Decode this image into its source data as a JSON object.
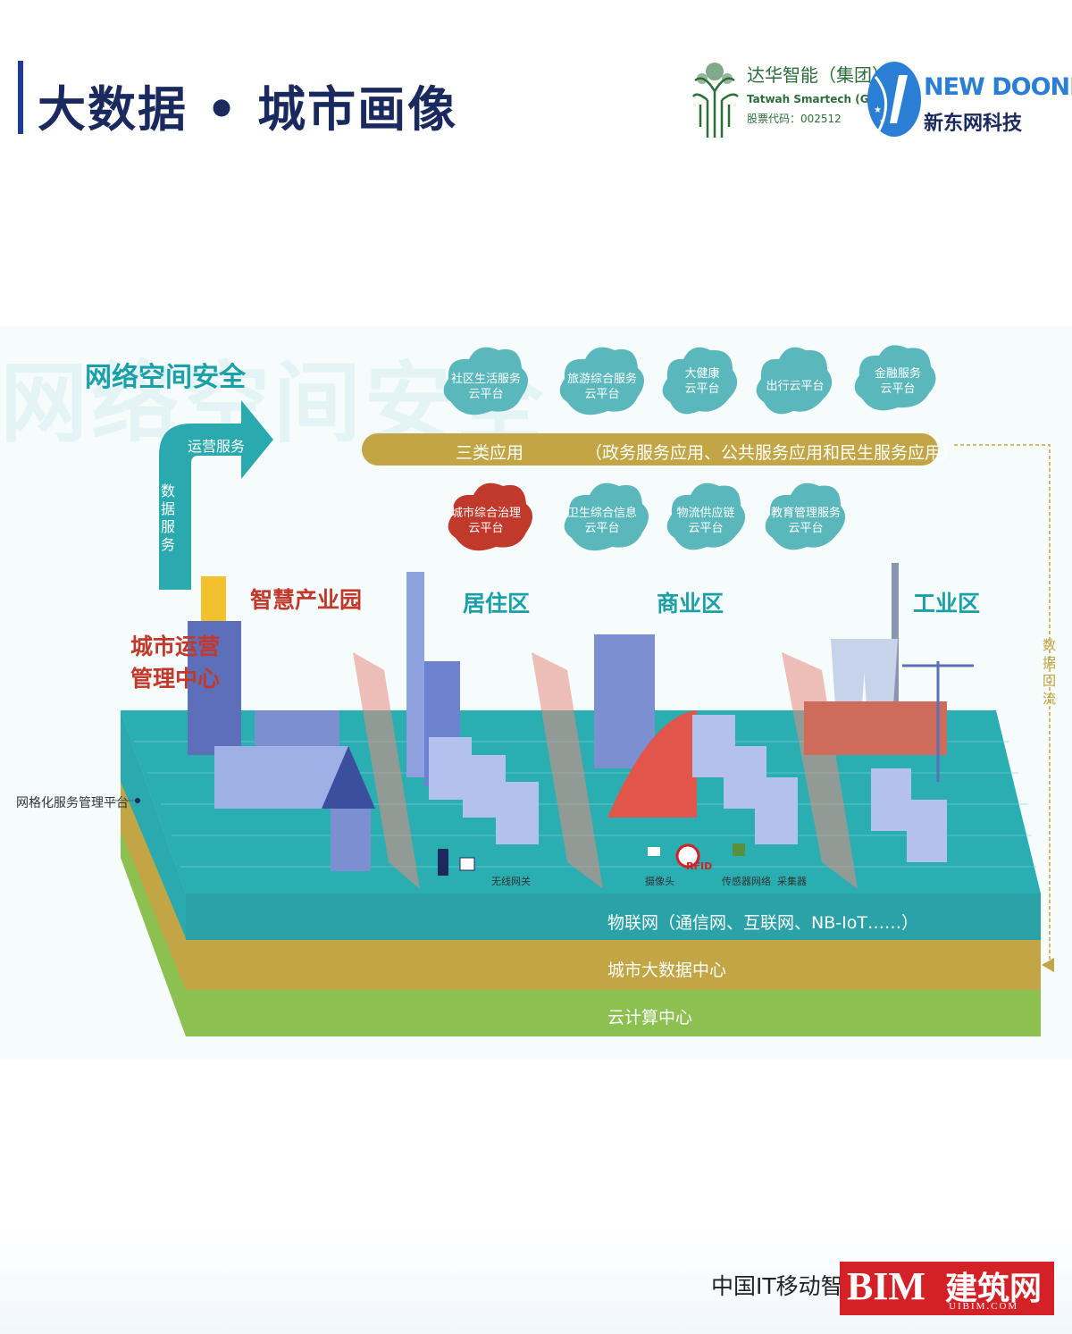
{
  "header": {
    "title": "大数据 • 城市画像",
    "logo_tatwah_cn": "达华智能（集团）",
    "logo_tatwah_en": "Tatwah Smartech (Group)",
    "logo_tatwah_code": "股票代码：002512",
    "logo_newdoone_en": "NEW DOONE",
    "logo_newdoone_cn": "新东网科技"
  },
  "diagram": {
    "watermark": "网络空间安全",
    "cyber_security": "网络空间安全",
    "arrow_ops": "运营服务",
    "arrow_data": "数据服务",
    "top_clouds": [
      {
        "l1": "社区生活服务",
        "l2": "云平台"
      },
      {
        "l1": "旅游综合服务",
        "l2": "云平台"
      },
      {
        "l1": "大健康",
        "l2": "云平台"
      },
      {
        "l1": "出行云平台",
        "l2": ""
      },
      {
        "l1": "金融服务",
        "l2": "云平台"
      }
    ],
    "apps_band": {
      "label": "三类应用",
      "desc": "（政务服务应用、公共服务应用和民生服务应用）"
    },
    "bottom_clouds": [
      {
        "l1": "城市综合治理",
        "l2": "云平台",
        "highlight": true
      },
      {
        "l1": "卫生综合信息",
        "l2": "云平台"
      },
      {
        "l1": "物流供应链",
        "l2": "云平台"
      },
      {
        "l1": "教育管理服务",
        "l2": "云平台"
      }
    ],
    "zones": {
      "industrial_park": "智慧产业园",
      "residential": "居住区",
      "commercial": "商业区",
      "industrial": "工业区"
    },
    "ops_center_l1": "城市运营",
    "ops_center_l2": "管理中心",
    "mgmt_platform": "网格化服务管理平台",
    "devices": {
      "wireless_gateway": "无线网关",
      "camera": "摄像头",
      "rfid": "RFID",
      "sensor_network": "传感器网络",
      "collector": "采集器"
    },
    "layers": {
      "iot": "物联网（通信网、互联网、NB-IoT……）",
      "bigdata": "城市大数据中心",
      "cloud": "云计算中心"
    },
    "data_backflow": "数据回流",
    "colors": {
      "teal": "#2aa9ae",
      "gold": "#c2a544",
      "green": "#8cc152",
      "red": "#c0392b",
      "navy": "#1a2a5e"
    }
  },
  "footer": {
    "text": "中国IT移动智库",
    "bim": "BIM",
    "bim_cn": "建筑网",
    "bim_url": "UIBIM.COM"
  }
}
